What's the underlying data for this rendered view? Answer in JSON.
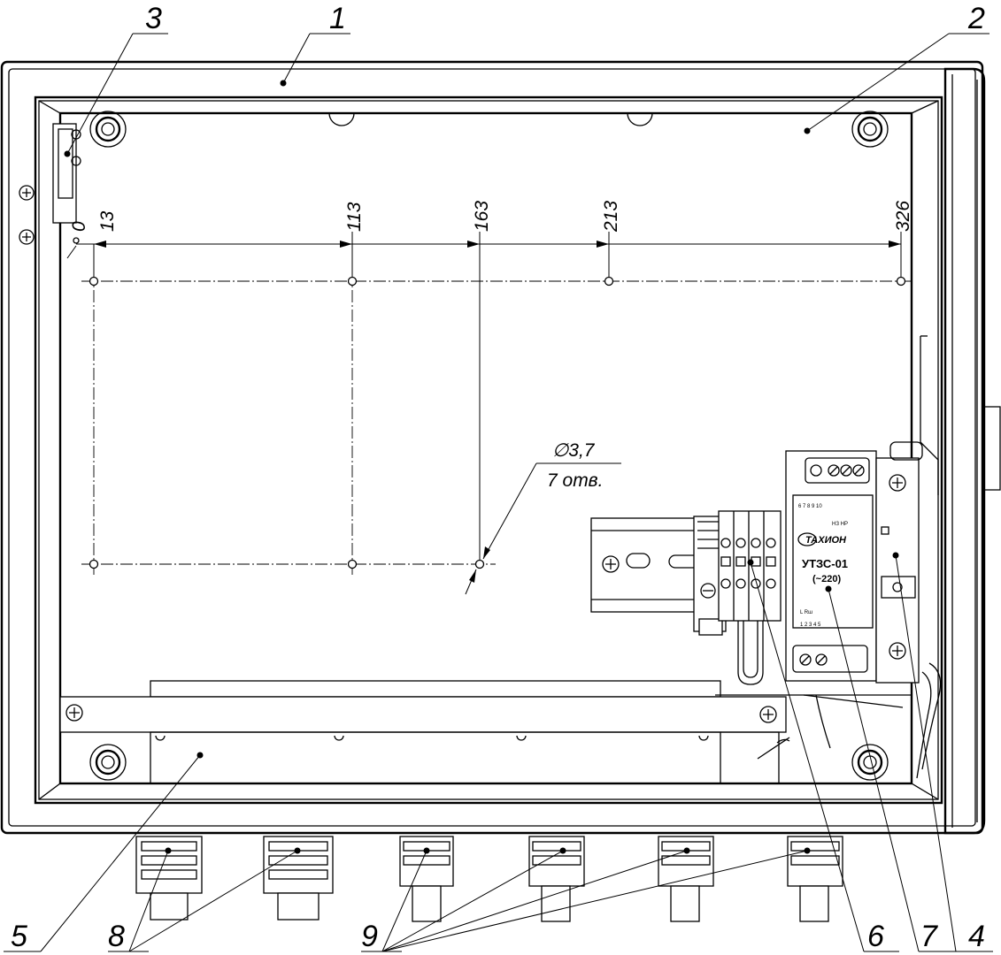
{
  "callouts": {
    "c1": "1",
    "c2": "2",
    "c3": "3",
    "c4": "4",
    "c5": "5",
    "c6": "6",
    "c7": "7",
    "c8": "8",
    "c9": "9"
  },
  "dimensions": {
    "d0": "0",
    "d13": "13",
    "d113": "113",
    "d163": "163",
    "d213": "213",
    "d326": "326",
    "hole_diameter": "∅3,7",
    "hole_count": "7 отв."
  },
  "device": {
    "brand": "ТАХИОН",
    "model": "УТЗС-01",
    "voltage": "(~220)",
    "term_top": "6  7   8   9  10",
    "term_top_sub": "НЗ  НР",
    "term_bottom": "L   Rш",
    "term_bottom_nums": "1   2   3   4   5"
  },
  "colors": {
    "ink": "#000000",
    "paper": "#ffffff"
  }
}
